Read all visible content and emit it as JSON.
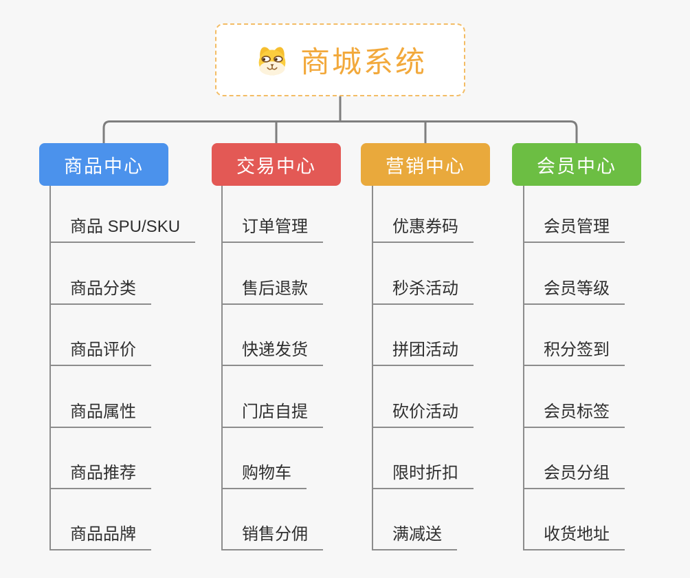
{
  "theme": {
    "canvas_bg": "#F7F7F7",
    "root_text": "#F2A93C",
    "root_border": "#F3BC64",
    "connector": "#7E7E7E",
    "branch_line": "#8C8C8C",
    "leaf_text": "#2F2F2F",
    "node_text": "#FFFFFF"
  },
  "root": {
    "label": "商城系统",
    "icon": "dog-face-icon"
  },
  "branches": [
    {
      "label": "商品中心",
      "color": "#4B92EC",
      "children": [
        "商品 SPU/SKU",
        "商品分类",
        "商品评价",
        "商品属性",
        "商品推荐",
        "商品品牌"
      ]
    },
    {
      "label": "交易中心",
      "color": "#E35955",
      "children": [
        "订单管理",
        "售后退款",
        "快递发货",
        "门店自提",
        "购物车",
        "销售分佣"
      ]
    },
    {
      "label": "营销中心",
      "color": "#E9A93C",
      "children": [
        "优惠券码",
        "秒杀活动",
        "拼团活动",
        "砍价活动",
        "限时折扣",
        "满减送"
      ]
    },
    {
      "label": "会员中心",
      "color": "#6CBE43",
      "children": [
        "会员管理",
        "会员等级",
        "积分签到",
        "会员标签",
        "会员分组",
        "收货地址"
      ]
    }
  ]
}
